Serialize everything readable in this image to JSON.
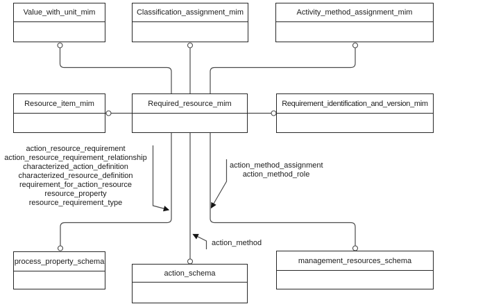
{
  "diagram": {
    "colors": {
      "background": "#ffffff",
      "box_border": "#262626",
      "connector": "#4a4a4a",
      "arrow": "#151515",
      "text": "#1a1a1a"
    },
    "boxes": [
      {
        "id": "value_with_unit_mim",
        "label": "Value_with_unit_mim"
      },
      {
        "id": "classification_assignment_mim",
        "label": "Classification_assignment_mim"
      },
      {
        "id": "activity_method_assignment_mim",
        "label": "Activity_method_assignment_mim"
      },
      {
        "id": "resource_item_mim",
        "label": "Resource_item_mim"
      },
      {
        "id": "required_resource_mim",
        "label": "Required_resource_mim"
      },
      {
        "id": "requirement_identification_and_version_mim",
        "label": "Requirement_identification_and_version_mim"
      },
      {
        "id": "process_property_schema",
        "label": "process_property_schema"
      },
      {
        "id": "action_schema",
        "label": "action_schema"
      },
      {
        "id": "management_resources_schema",
        "label": "management_resources_schema"
      }
    ],
    "annotations": {
      "left_relationship_list": [
        "action_resource_requirement",
        "action_resource_requirement_relationship",
        "characterized_action_definition",
        "characterized_resource_definition",
        "requirement_for_action_resource",
        "resource_property",
        "resource_requirement_type"
      ],
      "right_relationship_list": [
        "action_method_assignment",
        "action_method_role"
      ],
      "action_method_label": "action_method"
    }
  }
}
